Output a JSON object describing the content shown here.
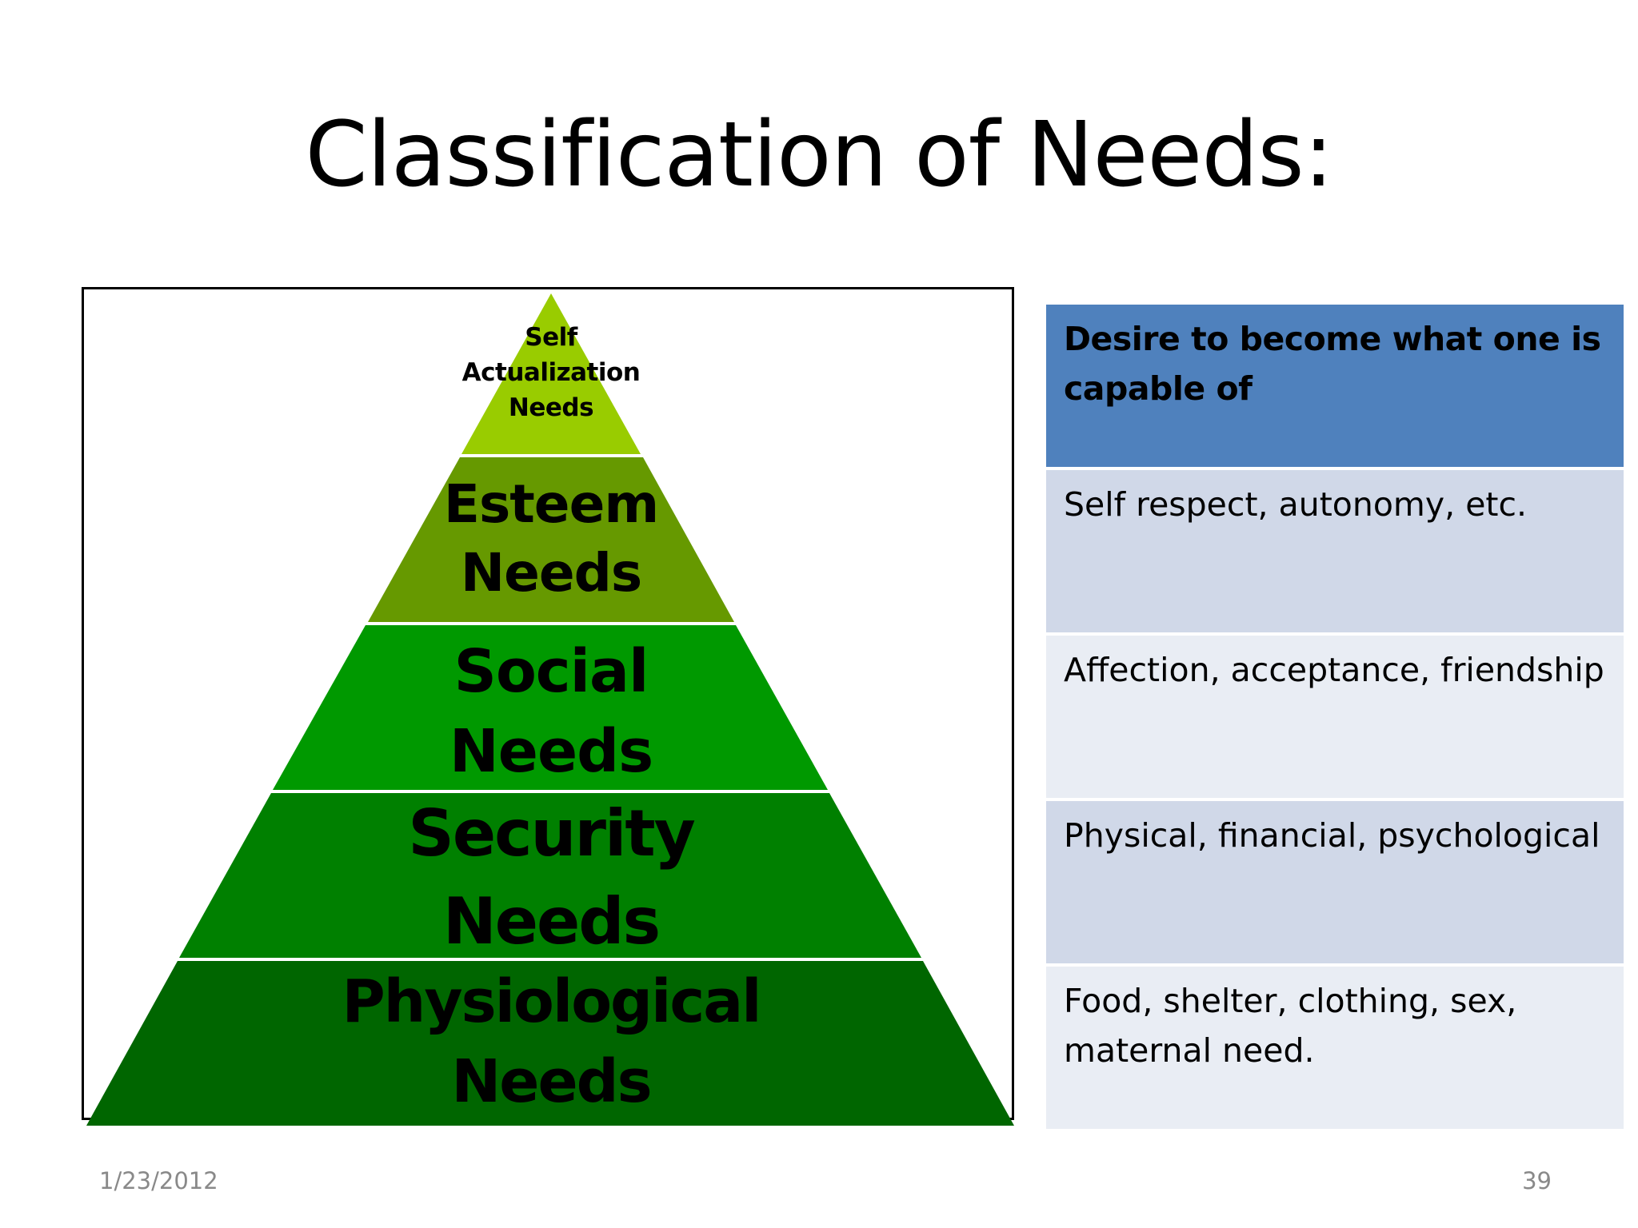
{
  "slide": {
    "title": "Classification of Needs:",
    "date": "1/23/2012",
    "page_number": "39"
  },
  "pyramid": {
    "layers": [
      {
        "label": "Self\nActualization\nNeeds",
        "color": "#99cc00"
      },
      {
        "label": "Esteem\nNeeds",
        "color": "#669900"
      },
      {
        "label": "Social\nNeeds",
        "color": "#009900"
      },
      {
        "label": "Security\nNeeds",
        "color": "#008000"
      },
      {
        "label": "Physiological\nNeeds",
        "color": "#006600"
      }
    ]
  },
  "descriptions": {
    "rows": [
      {
        "text": "Desire to become what one is capable of"
      },
      {
        "text": "Self respect, autonomy, etc."
      },
      {
        "text": "Affection, acceptance, friendship"
      },
      {
        "text": "Physical, financial, psychological"
      },
      {
        "text": "Food, shelter, clothing, sex, maternal need."
      }
    ],
    "header_color": "#4f81bd",
    "dark_row_color": "#d0d8e8",
    "light_row_color": "#e9edf4"
  }
}
